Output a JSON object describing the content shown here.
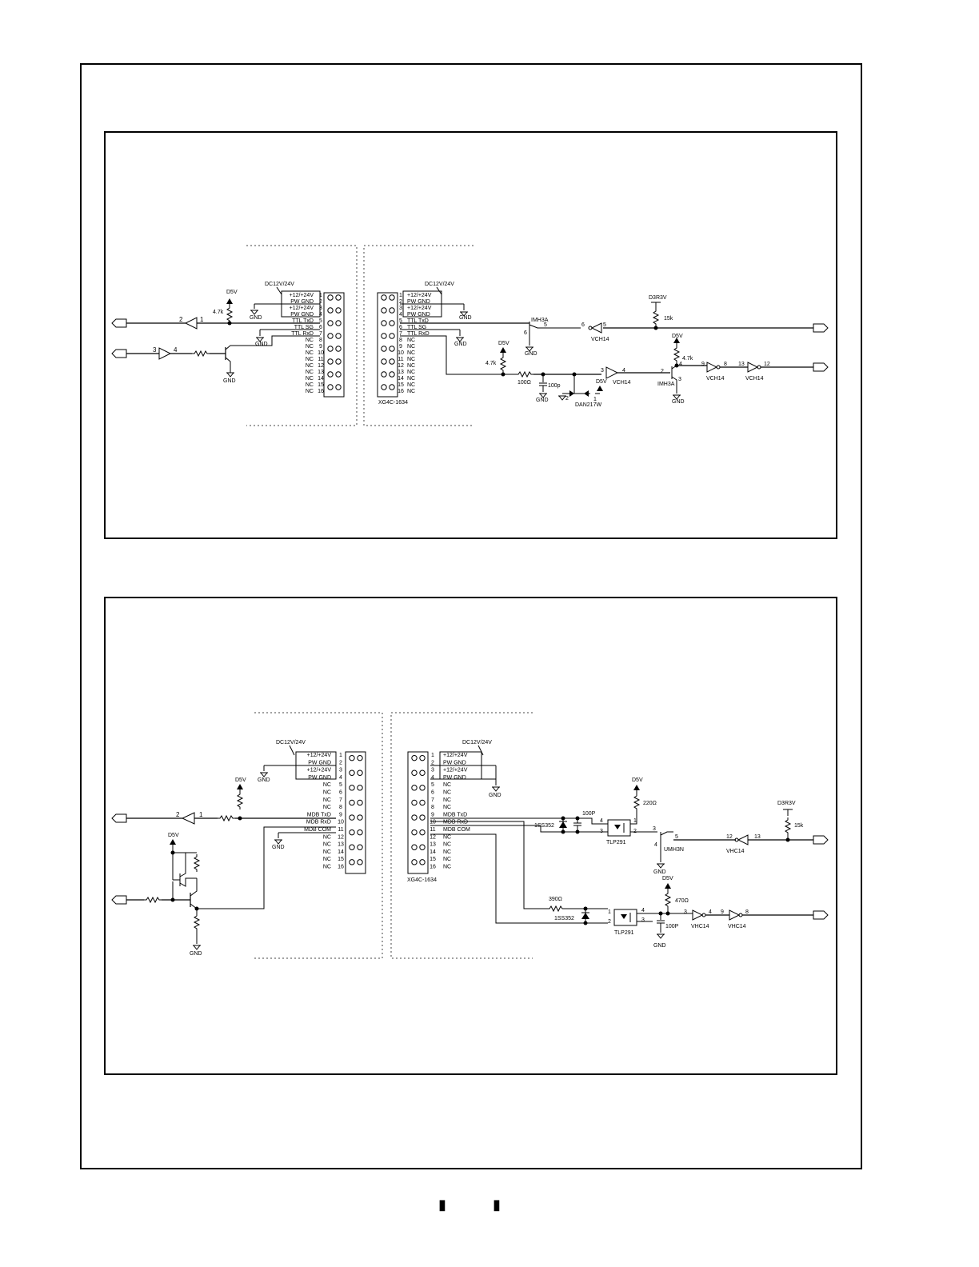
{
  "page_markers": [
    "▮",
    "▮"
  ],
  "labels": {
    "dc": "DC12V/24V",
    "d5v": "D5V",
    "d3r3v": "D3R3V",
    "gnd": "GND",
    "conn": "XG4C-1634",
    "r47k": "4.7k",
    "r15k": "15k",
    "r100": "100Ω",
    "c100p": "100p",
    "c100P": "100P",
    "r220": "220Ω",
    "r390": "390Ω",
    "r470": "470Ω",
    "imh3a": "IMH3A",
    "vch14": "VCH14",
    "vhc14": "VHC14",
    "dan217w": "DAN217W",
    "tlp291": "TLP291",
    "umh3n": "UMH3N",
    "ss352": "1SS352"
  },
  "pins_a": [
    "+12/+24V",
    "PW GND",
    "+12/+24V",
    "PW GND",
    "TTL TxD",
    "TTL SG",
    "TTL RxD",
    "NC",
    "NC",
    "NC",
    "NC",
    "NC",
    "NC",
    "NC",
    "NC",
    "NC"
  ],
  "pins_b": [
    "+12/+24V",
    "PW GND",
    "+12/+24V",
    "PW GND",
    "NC",
    "NC",
    "NC",
    "NC",
    "MDB TxD",
    "MDB RxD",
    "MDB COM",
    "NC",
    "NC",
    "NC",
    "NC",
    "NC"
  ],
  "pin_nums": [
    "1",
    "2",
    "3",
    "4",
    "5",
    "6",
    "7",
    "8",
    "9",
    "10",
    "11",
    "12",
    "13",
    "14",
    "15",
    "16"
  ],
  "pn": {
    "n1": "1",
    "n2": "2",
    "n3": "3",
    "n4": "4",
    "n5": "5",
    "n6": "6",
    "n8": "8",
    "n9": "9",
    "n12": "12",
    "n13": "13"
  }
}
